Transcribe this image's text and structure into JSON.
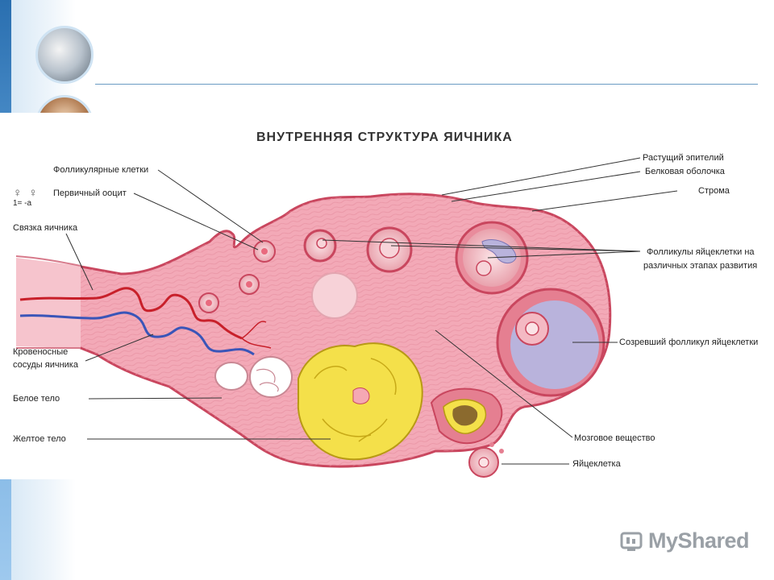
{
  "title": "ВНУТРЕННЯЯ СТРУКТУРА ЯИЧНИКА",
  "legend_glyphs": "♀ ♀",
  "legend_sub": "1= -a",
  "labels_left": {
    "follicular_cells": "Фолликулярные клетки",
    "primary_oocyte": "Первичный ооцит",
    "ovary_ligament": "Связка яичника",
    "blood_vessels_1": "Кровеносные",
    "blood_vessels_2": "сосуды яичника",
    "white_body": "Белое тело",
    "yellow_body": "Желтое тело"
  },
  "labels_right": {
    "growing_epithelium": "Растущий эпителий",
    "albuginea": "Белковая оболочка",
    "stroma": "Строма",
    "follicles_1": "Фолликулы яйцеклетки на",
    "follicles_2": "различных этапах развития",
    "mature_follicle": "Созревший фолликул яйцеклетки",
    "medulla": "Мозговое вещество",
    "egg_cell": "Яйцеклетка"
  },
  "logo_text": "MyShared",
  "colors": {
    "ovary_fill": "#f2a7b5",
    "ovary_edge": "#c9465e",
    "corpus_luteum": "#f4e04a",
    "vessel_red": "#c8202a",
    "vessel_blue": "#3a55b8",
    "follicle_fluid": "#b9b3dc"
  }
}
